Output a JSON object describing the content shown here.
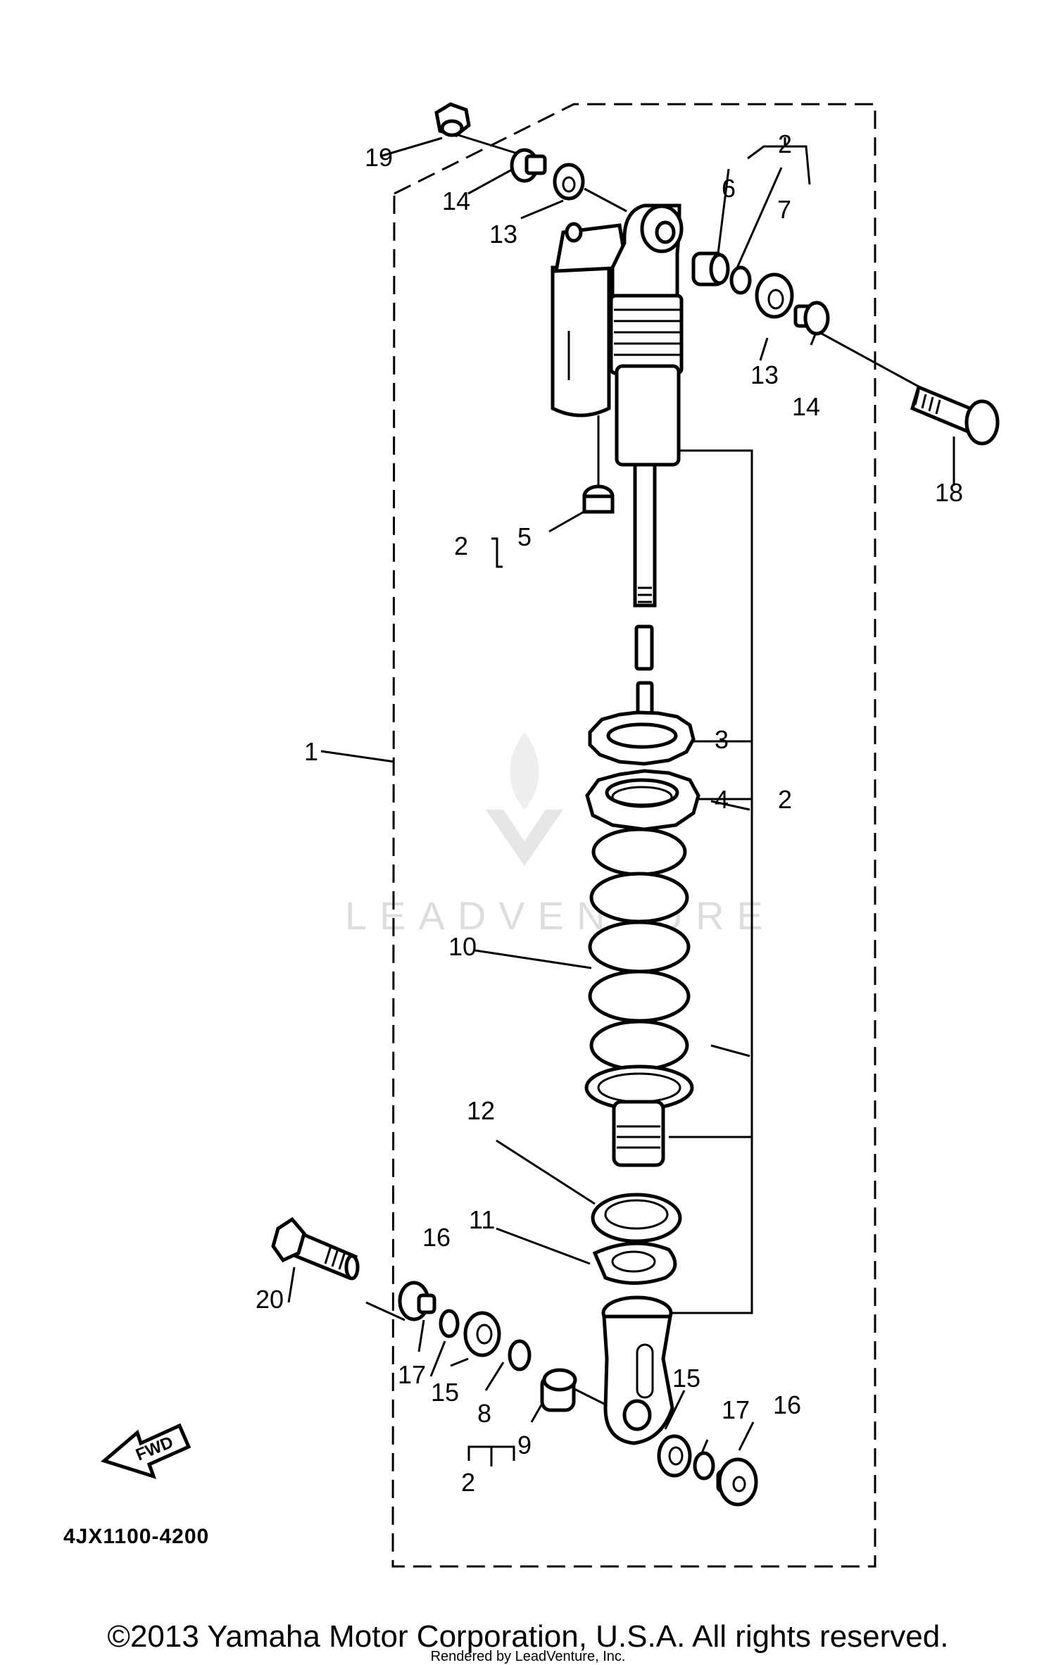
{
  "diagram": {
    "diagram_code": "4JX1100-4200",
    "fwd_label": "FWD",
    "watermark": "LEADVENTURE",
    "callouts": {
      "c1": "1",
      "c2a": "2",
      "c2b": "2",
      "c2c": "2",
      "c2d": "2",
      "c3": "3",
      "c4": "4",
      "c5": "5",
      "c6": "6",
      "c7": "7",
      "c8": "8",
      "c9": "9",
      "c10": "10",
      "c11": "11",
      "c12": "12",
      "c13a": "13",
      "c13b": "13",
      "c14a": "14",
      "c14b": "14",
      "c15a": "15",
      "c15b": "15",
      "c16a": "16",
      "c16b": "16",
      "c17a": "17",
      "c17b": "17",
      "c18": "18",
      "c19": "19",
      "c20": "20"
    }
  },
  "footer": {
    "copyright": "©2013 Yamaha Motor Corporation, U.S.A. All rights reserved.",
    "rendered_by": "Rendered by LeadVenture, Inc."
  }
}
